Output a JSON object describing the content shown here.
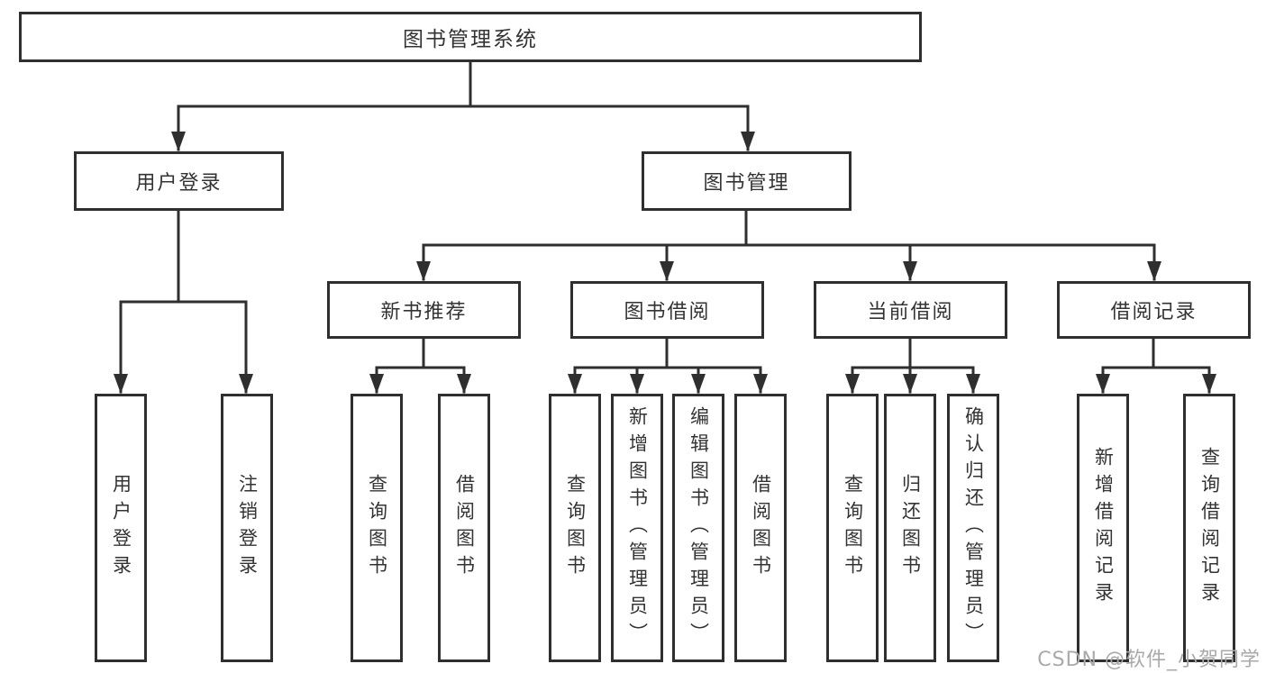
{
  "diagram": {
    "root": {
      "label": "图书管理系统"
    },
    "level2": [
      {
        "label": "用户登录"
      },
      {
        "label": "图书管理"
      }
    ],
    "level3": [
      {
        "label": "新书推荐"
      },
      {
        "label": "图书借阅"
      },
      {
        "label": "当前借阅"
      },
      {
        "label": "借阅记录"
      }
    ],
    "leaves": {
      "user_login": [
        "用户登录",
        "注销登录"
      ],
      "new_books": [
        "查询图书",
        "借阅图书"
      ],
      "book_borrow": [
        "查询图书",
        "新增图书（管理员）",
        "编辑图书（管理员）",
        "借阅图书"
      ],
      "current_borrow": [
        "查询图书",
        "归还图书",
        "确认归还（管理员）"
      ],
      "borrow_records": [
        "新增借阅记录",
        "查询借阅记录"
      ]
    },
    "colors": {
      "line": "#2f2f2f",
      "box_border": "#2f2f2f",
      "text": "#333333",
      "watermark": "#a9a9a9",
      "background": "#ffffff"
    }
  },
  "watermark": {
    "text": "CSDN @软件_小贺同学"
  }
}
